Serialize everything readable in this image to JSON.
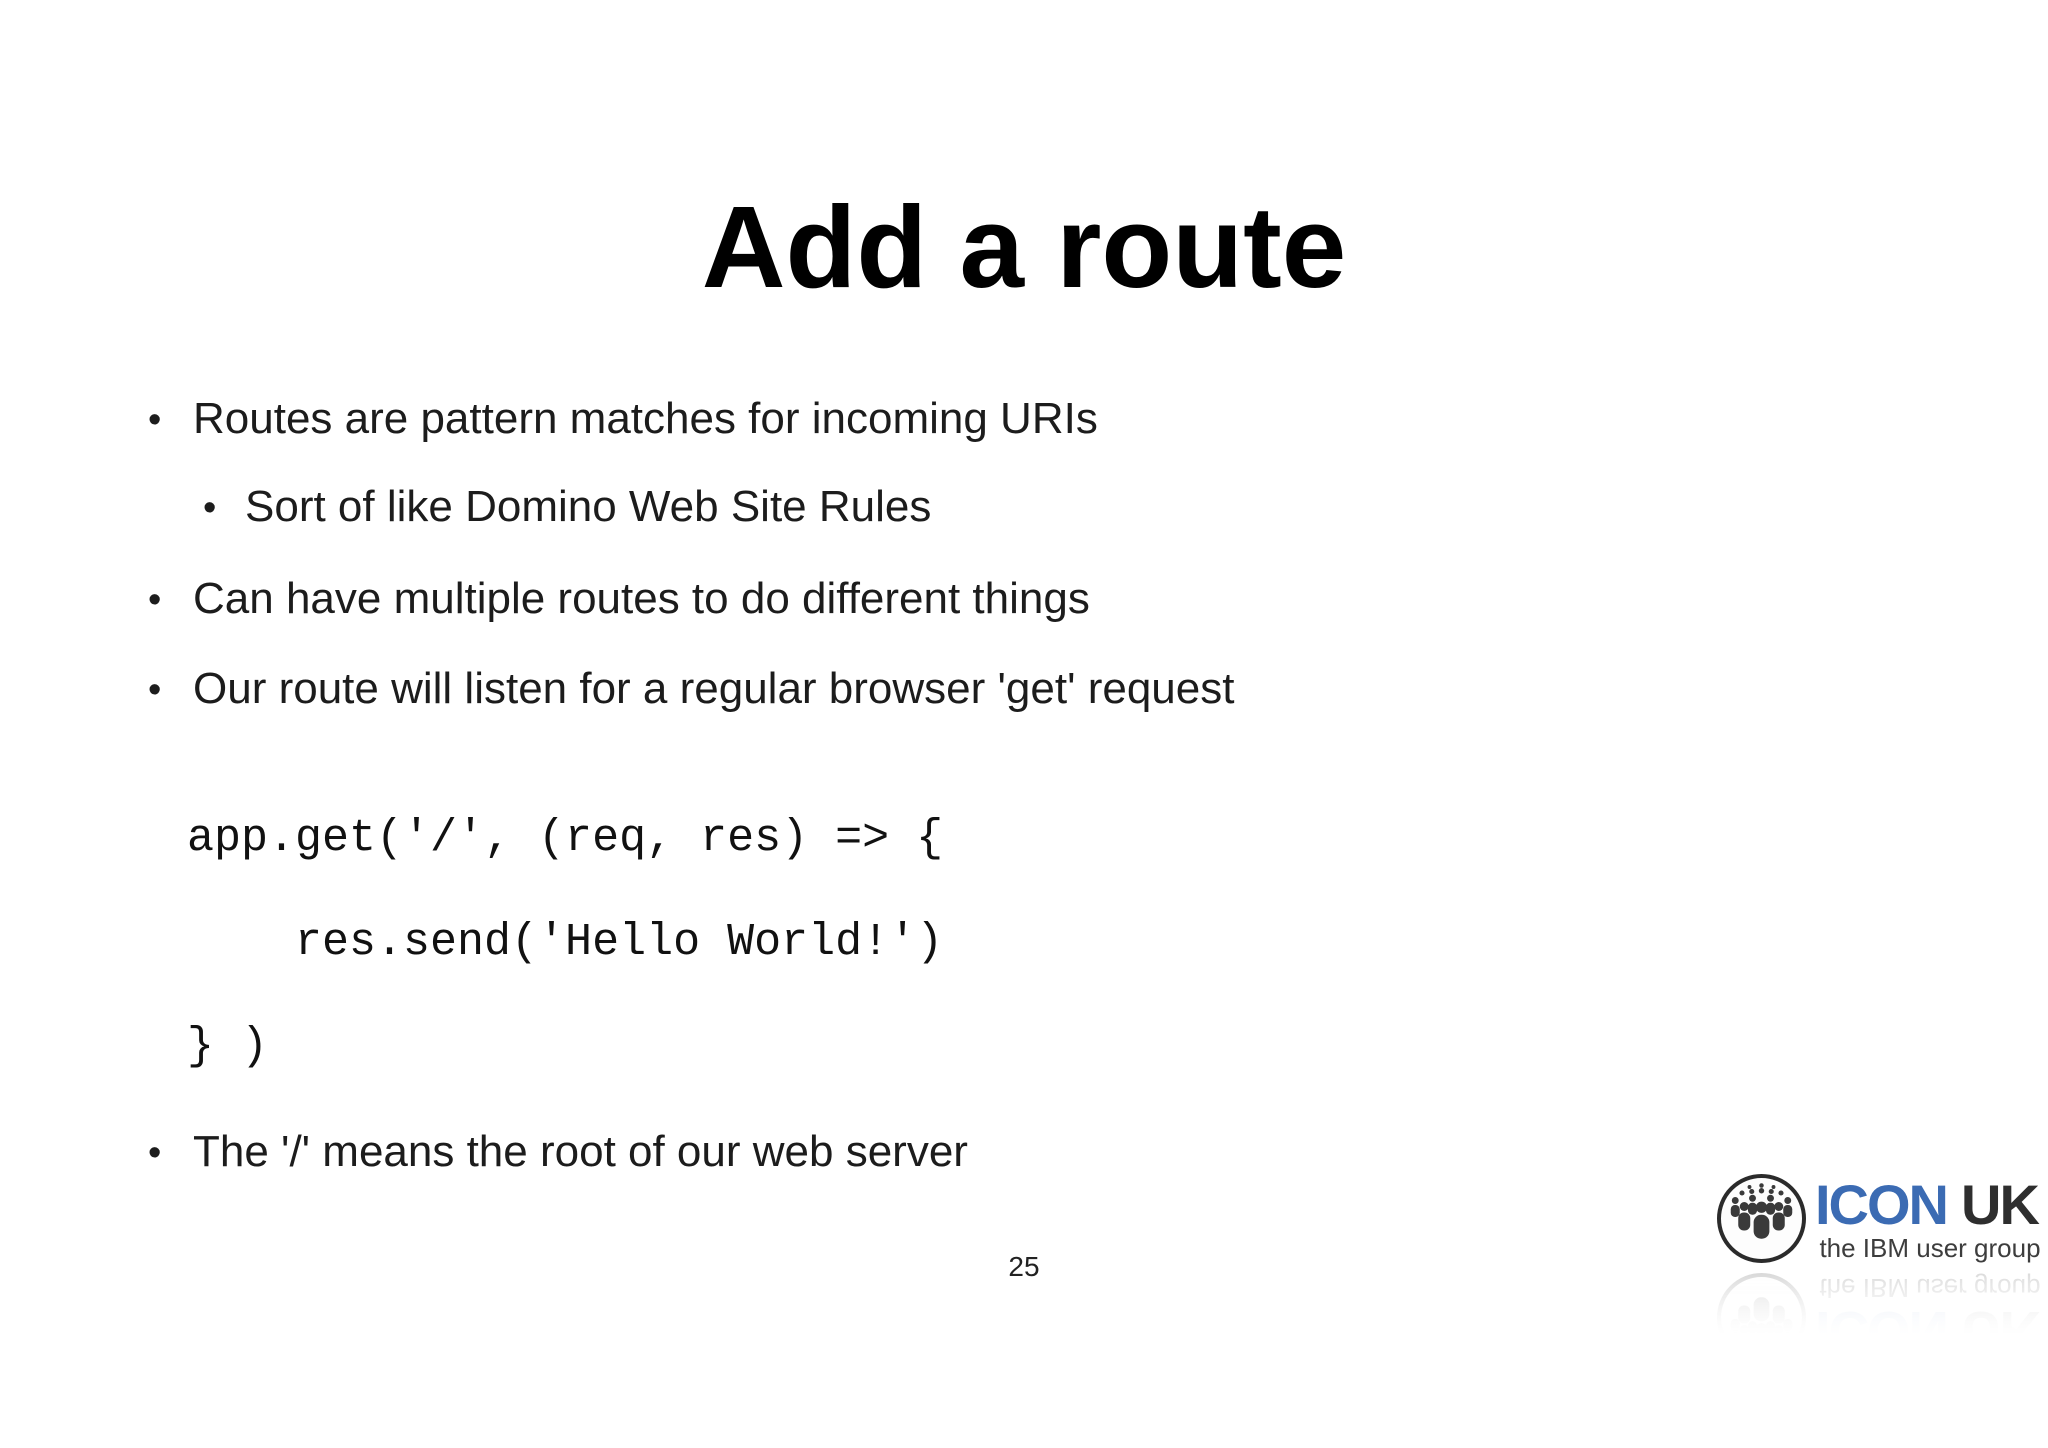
{
  "slide": {
    "title": "Add a route",
    "bullet_glyph": "•",
    "bullets": [
      {
        "level": 1,
        "text": "Routes are pattern matches for incoming URIs"
      },
      {
        "level": 2,
        "text": "Sort of like Domino Web Site Rules"
      },
      {
        "level": 1,
        "text": "Can have multiple routes to do different things"
      },
      {
        "level": 1,
        "text": "Our route will listen for a regular browser 'get' request"
      },
      {
        "level": 1,
        "text": "The '/' means the root of our web server"
      }
    ],
    "code": {
      "line1": "app.get('/', (req, res) => {",
      "line2": "    res.send('Hello World!')",
      "line3": "} )"
    },
    "page_number": "25"
  },
  "logo": {
    "text_primary": "ICON",
    "text_secondary": "UK",
    "tagline": "the IBM user group",
    "colors": {
      "primary_blue": "#3B6BB3",
      "dark": "#2E2E2E",
      "tagline_gray": "#3D3D3D",
      "figure_gray": "#3a3a3a"
    }
  }
}
